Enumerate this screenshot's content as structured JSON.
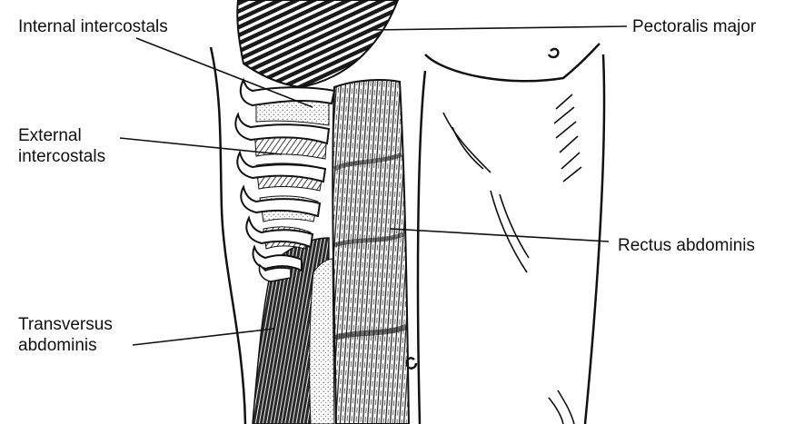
{
  "labels": {
    "internal_intercostals": "Internal intercostals",
    "pectoralis_major": "Pectoralis major",
    "external_intercostals_line1": "External",
    "external_intercostals_line2": "intercostals",
    "rectus_abdominis": "Rectus abdominis",
    "transversus_abdominis_line1": "Transversus",
    "transversus_abdominis_line2": "abdominis"
  },
  "colors": {
    "ink": "#111111",
    "background": "#ffffff"
  }
}
